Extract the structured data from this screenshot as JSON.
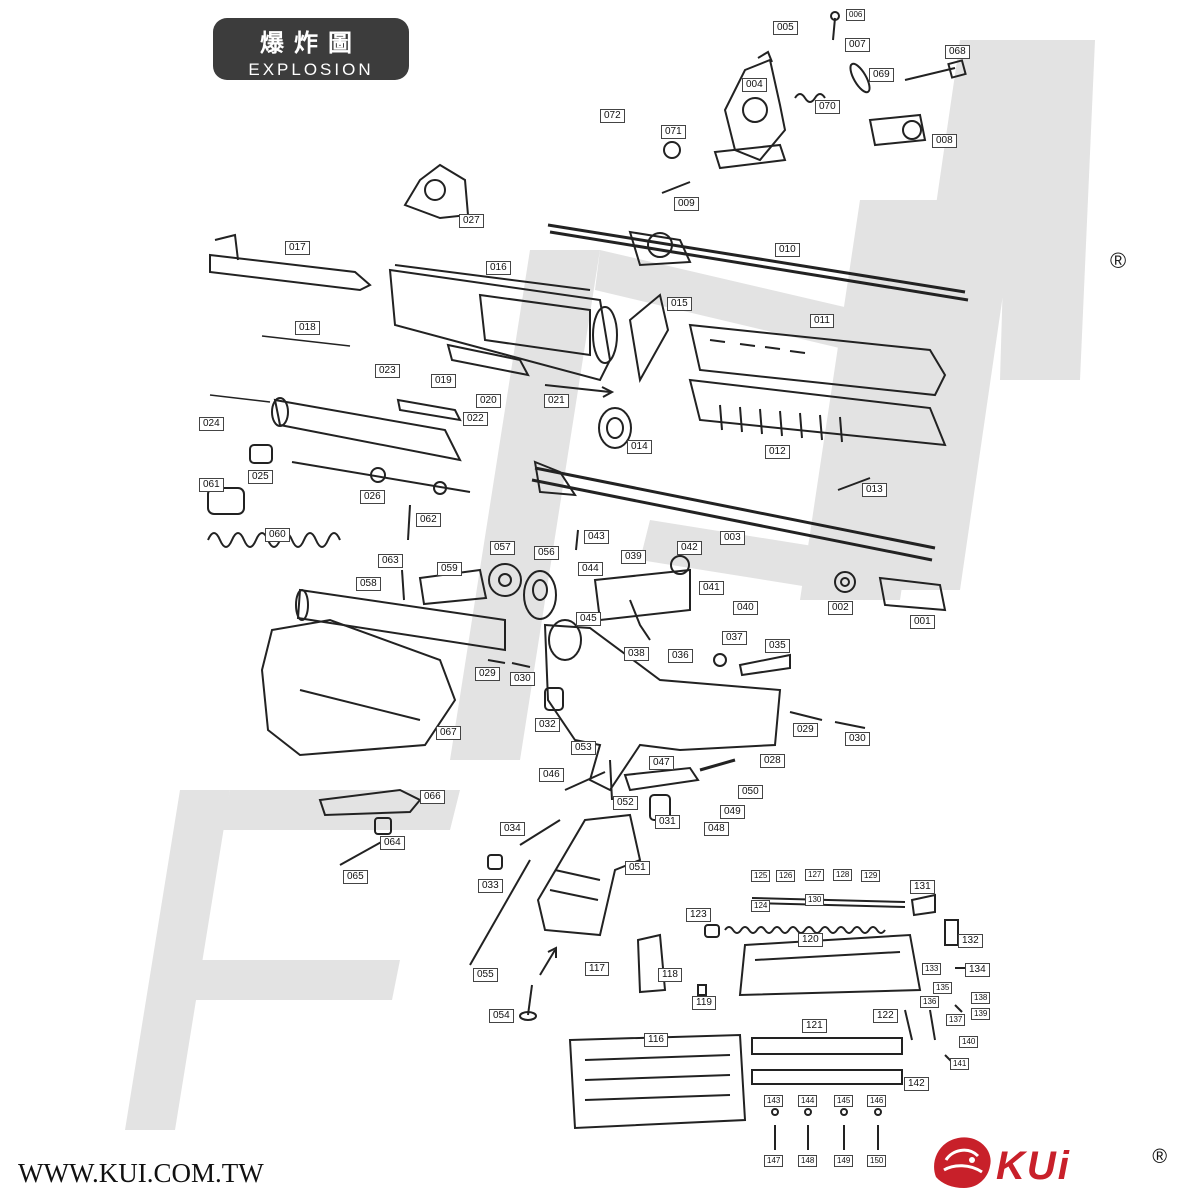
{
  "header": {
    "title_zh": "爆炸圖",
    "title_en": "EXPLOSION"
  },
  "footer": {
    "website": "WWW.KUI.COM.TW",
    "brand": "KUi",
    "registered_mark": "®"
  },
  "colors": {
    "watermark": "#e3e3e3",
    "brand_red": "#c8202a",
    "line": "#222222",
    "badge": "#3c3c3c"
  },
  "parts": [
    "001",
    "002",
    "003",
    "004",
    "005",
    "006",
    "007",
    "008",
    "009",
    "010",
    "011",
    "012",
    "013",
    "014",
    "015",
    "016",
    "017",
    "018",
    "019",
    "020",
    "021",
    "022",
    "023",
    "024",
    "025",
    "026",
    "027",
    "028",
    "029",
    "030",
    "031",
    "032",
    "033",
    "034",
    "035",
    "036",
    "037",
    "038",
    "039",
    "040",
    "041",
    "042",
    "043",
    "044",
    "045",
    "046",
    "047",
    "048",
    "049",
    "050",
    "051",
    "052",
    "053",
    "054",
    "055",
    "056",
    "057",
    "058",
    "059",
    "060",
    "061",
    "062",
    "063",
    "064",
    "065",
    "066",
    "067",
    "068",
    "069",
    "070",
    "071",
    "072",
    "116",
    "117",
    "118",
    "119",
    "120",
    "121",
    "122",
    "123",
    "124",
    "125",
    "126",
    "127",
    "128",
    "129",
    "130",
    "131",
    "132",
    "133",
    "134",
    "135",
    "136",
    "137",
    "138",
    "139",
    "140",
    "141",
    "142",
    "143",
    "144",
    "145",
    "146",
    "147",
    "148",
    "149",
    "150"
  ],
  "duplicate_labels": [
    "029",
    "030"
  ]
}
